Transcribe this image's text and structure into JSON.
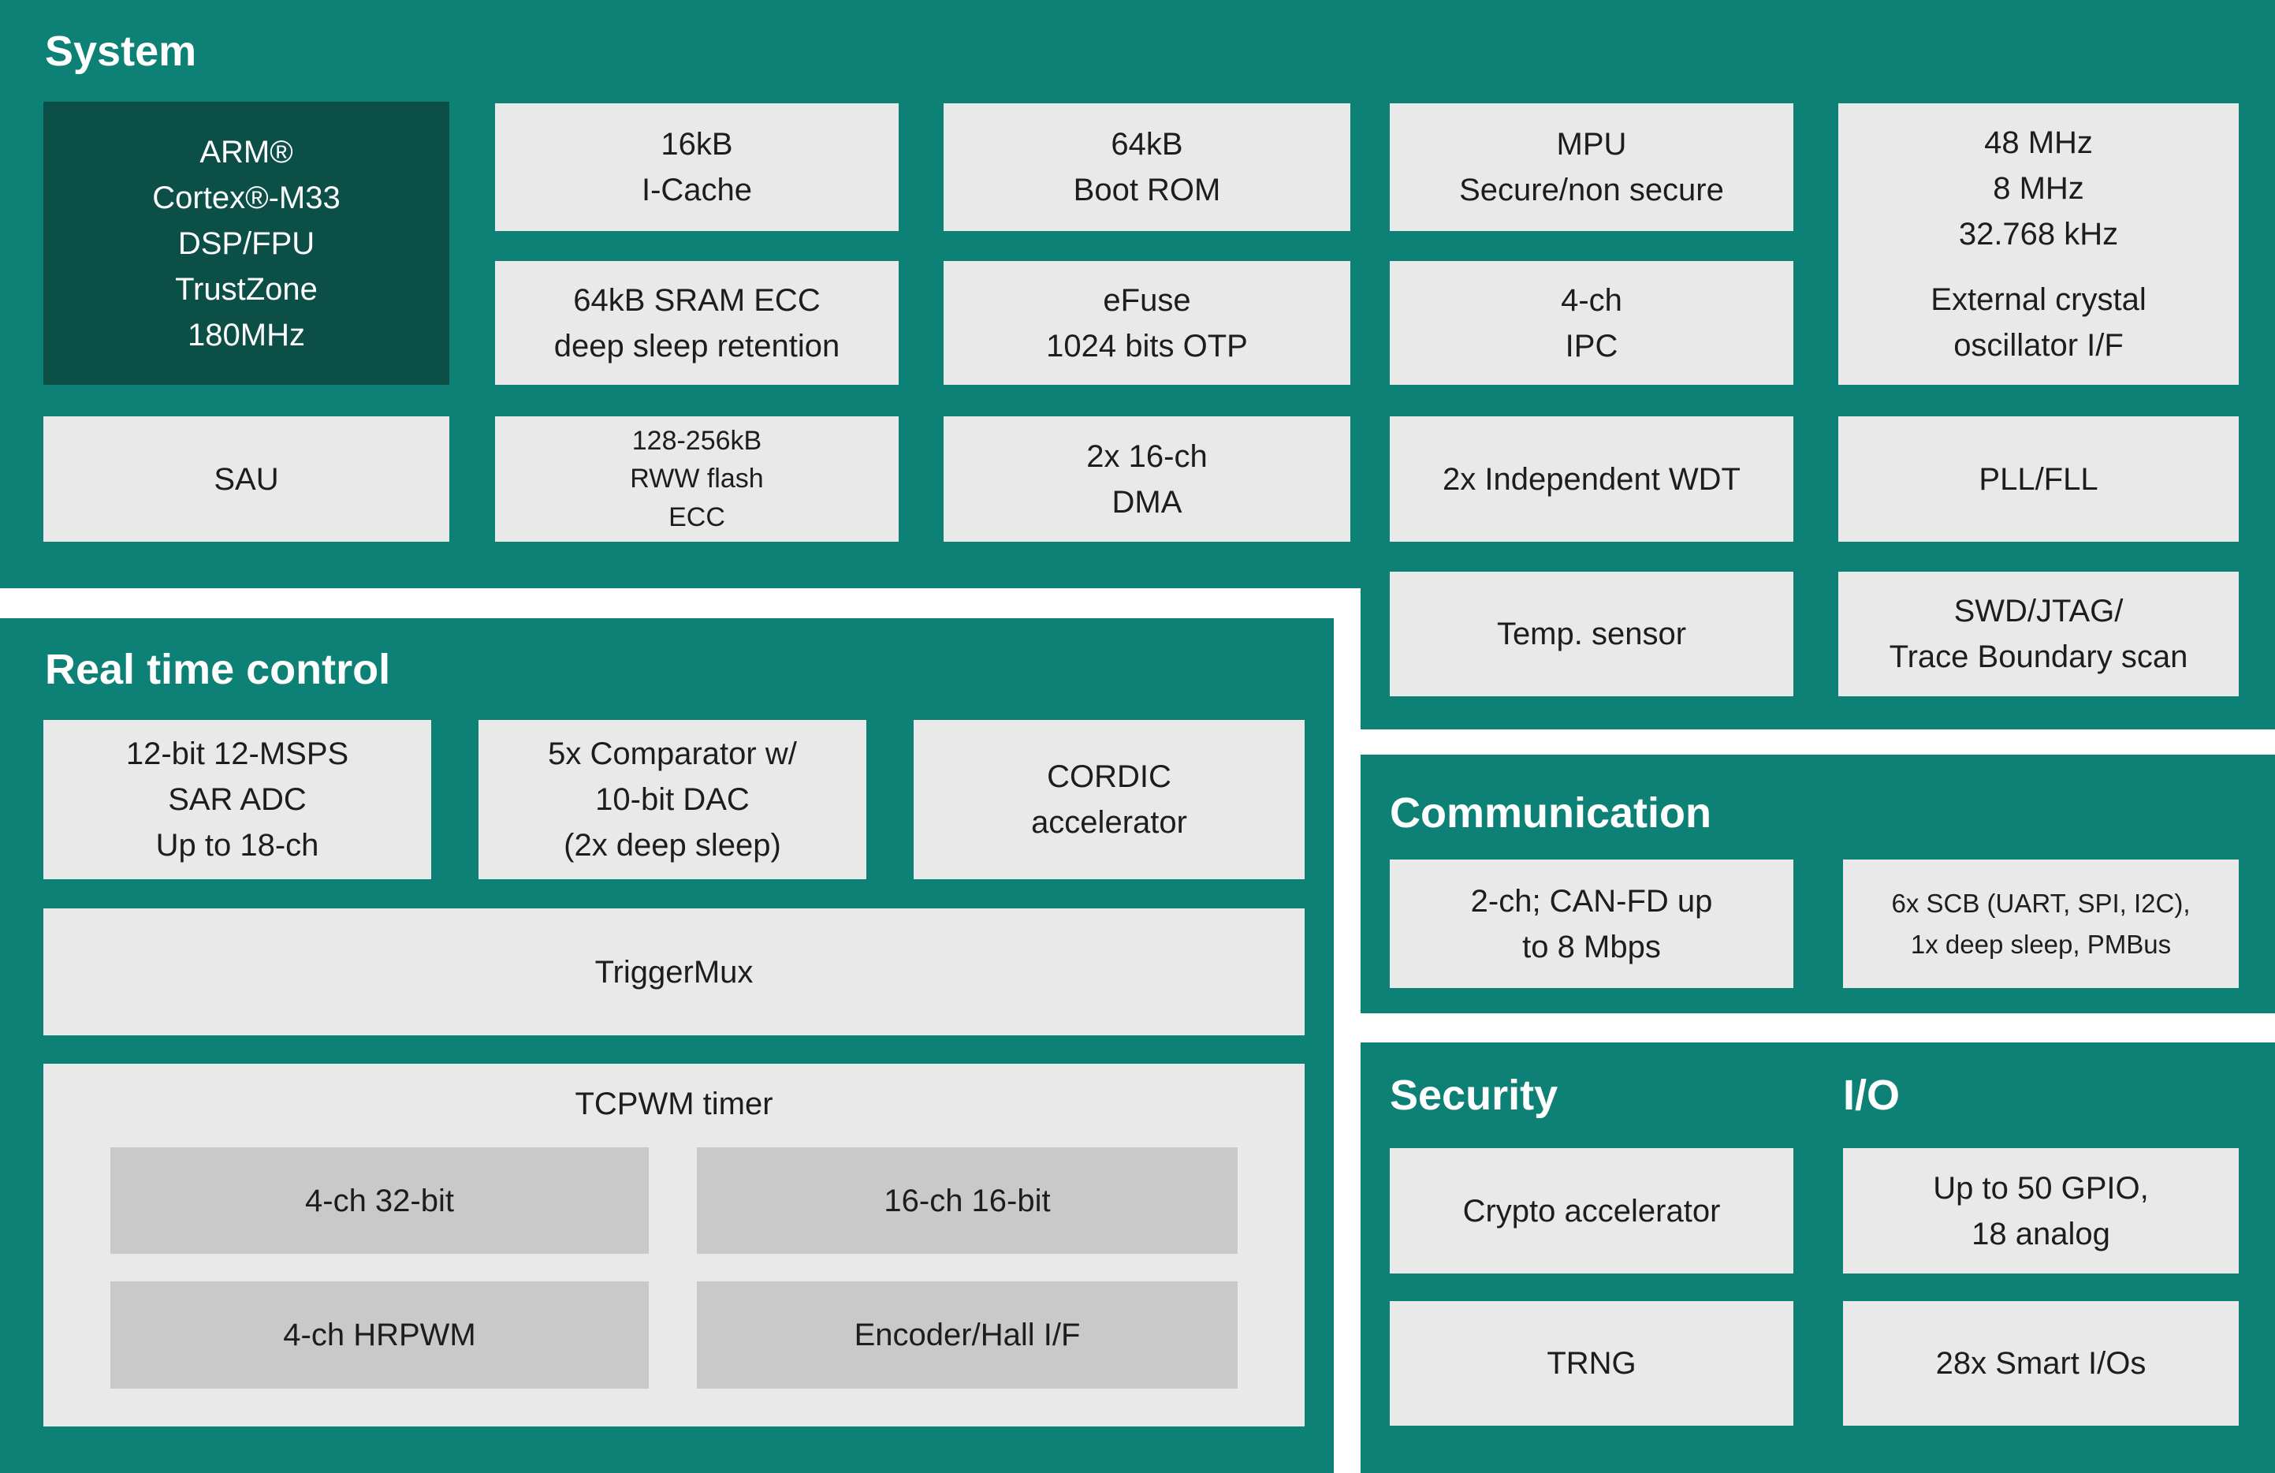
{
  "palette": {
    "section_teal": "#0D8175",
    "cpu_dark_teal": "#0B4F47",
    "block_gray": "#E9E9E9",
    "inner_block_gray": "#C9C9C9",
    "text_dark": "#1D1D1B",
    "text_light": "#FFFFFF",
    "page_background": "#FFFFFF"
  },
  "sections": {
    "system": {
      "title": "System",
      "blocks": {
        "cpu": {
          "lines": [
            "ARM®",
            "Cortex®-M33",
            "DSP/FPU",
            "TrustZone",
            "180MHz"
          ]
        },
        "i_cache": {
          "lines": [
            "16kB",
            "I-Cache"
          ]
        },
        "sram": {
          "lines": [
            "64kB SRAM ECC",
            "deep sleep retention"
          ]
        },
        "boot_rom": {
          "lines": [
            "64kB",
            "Boot ROM"
          ]
        },
        "efuse": {
          "lines": [
            "eFuse",
            "1024 bits OTP"
          ]
        },
        "mpu": {
          "lines": [
            "MPU",
            "Secure/non secure"
          ]
        },
        "ipc": {
          "lines": [
            "4-ch",
            "IPC"
          ]
        },
        "clocks": {
          "freq_lines": [
            "48 MHz",
            "8 MHz",
            "32.768 kHz"
          ],
          "osc_lines": [
            "External crystal",
            "oscillator I/F"
          ]
        },
        "sau": {
          "lines": [
            "SAU"
          ]
        },
        "flash": {
          "lines": [
            "128-256kB",
            "RWW flash",
            "ECC"
          ]
        },
        "dma": {
          "lines": [
            "2x 16-ch",
            "DMA"
          ]
        },
        "wdt": {
          "lines": [
            "2x Independent WDT"
          ]
        },
        "pll": {
          "lines": [
            "PLL/FLL"
          ]
        },
        "temp_sensor": {
          "lines": [
            "Temp. sensor"
          ]
        },
        "swd": {
          "lines": [
            "SWD/JTAG/",
            "Trace Boundary scan"
          ]
        }
      }
    },
    "real_time_control": {
      "title": "Real time control",
      "blocks": {
        "sar_adc": {
          "lines": [
            "12-bit 12-MSPS",
            "SAR ADC",
            "Up to 18-ch"
          ]
        },
        "comparator": {
          "lines": [
            "5x Comparator w/",
            "10-bit DAC",
            "(2x deep sleep)"
          ]
        },
        "cordic": {
          "lines": [
            "CORDIC",
            "accelerator"
          ]
        },
        "trigger_mux": {
          "lines": [
            "TriggerMux"
          ]
        },
        "tcpwm": {
          "title": "TCPWM timer",
          "children": {
            "ch32": {
              "lines": [
                "4-ch 32-bit"
              ]
            },
            "ch16": {
              "lines": [
                "16-ch 16-bit"
              ]
            },
            "hrpwm": {
              "lines": [
                "4-ch HRPWM"
              ]
            },
            "encoder": {
              "lines": [
                "Encoder/Hall I/F"
              ]
            }
          }
        }
      }
    },
    "communication": {
      "title": "Communication",
      "blocks": {
        "can_fd": {
          "lines": [
            "2-ch; CAN-FD up",
            "to 8 Mbps"
          ]
        },
        "scb": {
          "lines": [
            "6x SCB (UART, SPI, I2C),",
            "1x deep sleep, PMBus"
          ]
        }
      }
    },
    "security": {
      "title": "Security",
      "blocks": {
        "crypto": {
          "lines": [
            "Crypto accelerator"
          ]
        },
        "trng": {
          "lines": [
            "TRNG"
          ]
        }
      }
    },
    "io": {
      "title": "I/O",
      "blocks": {
        "gpio": {
          "lines": [
            "Up to 50 GPIO,",
            "18 analog"
          ]
        },
        "smart_io": {
          "lines": [
            "28x Smart I/Os"
          ]
        }
      }
    }
  }
}
